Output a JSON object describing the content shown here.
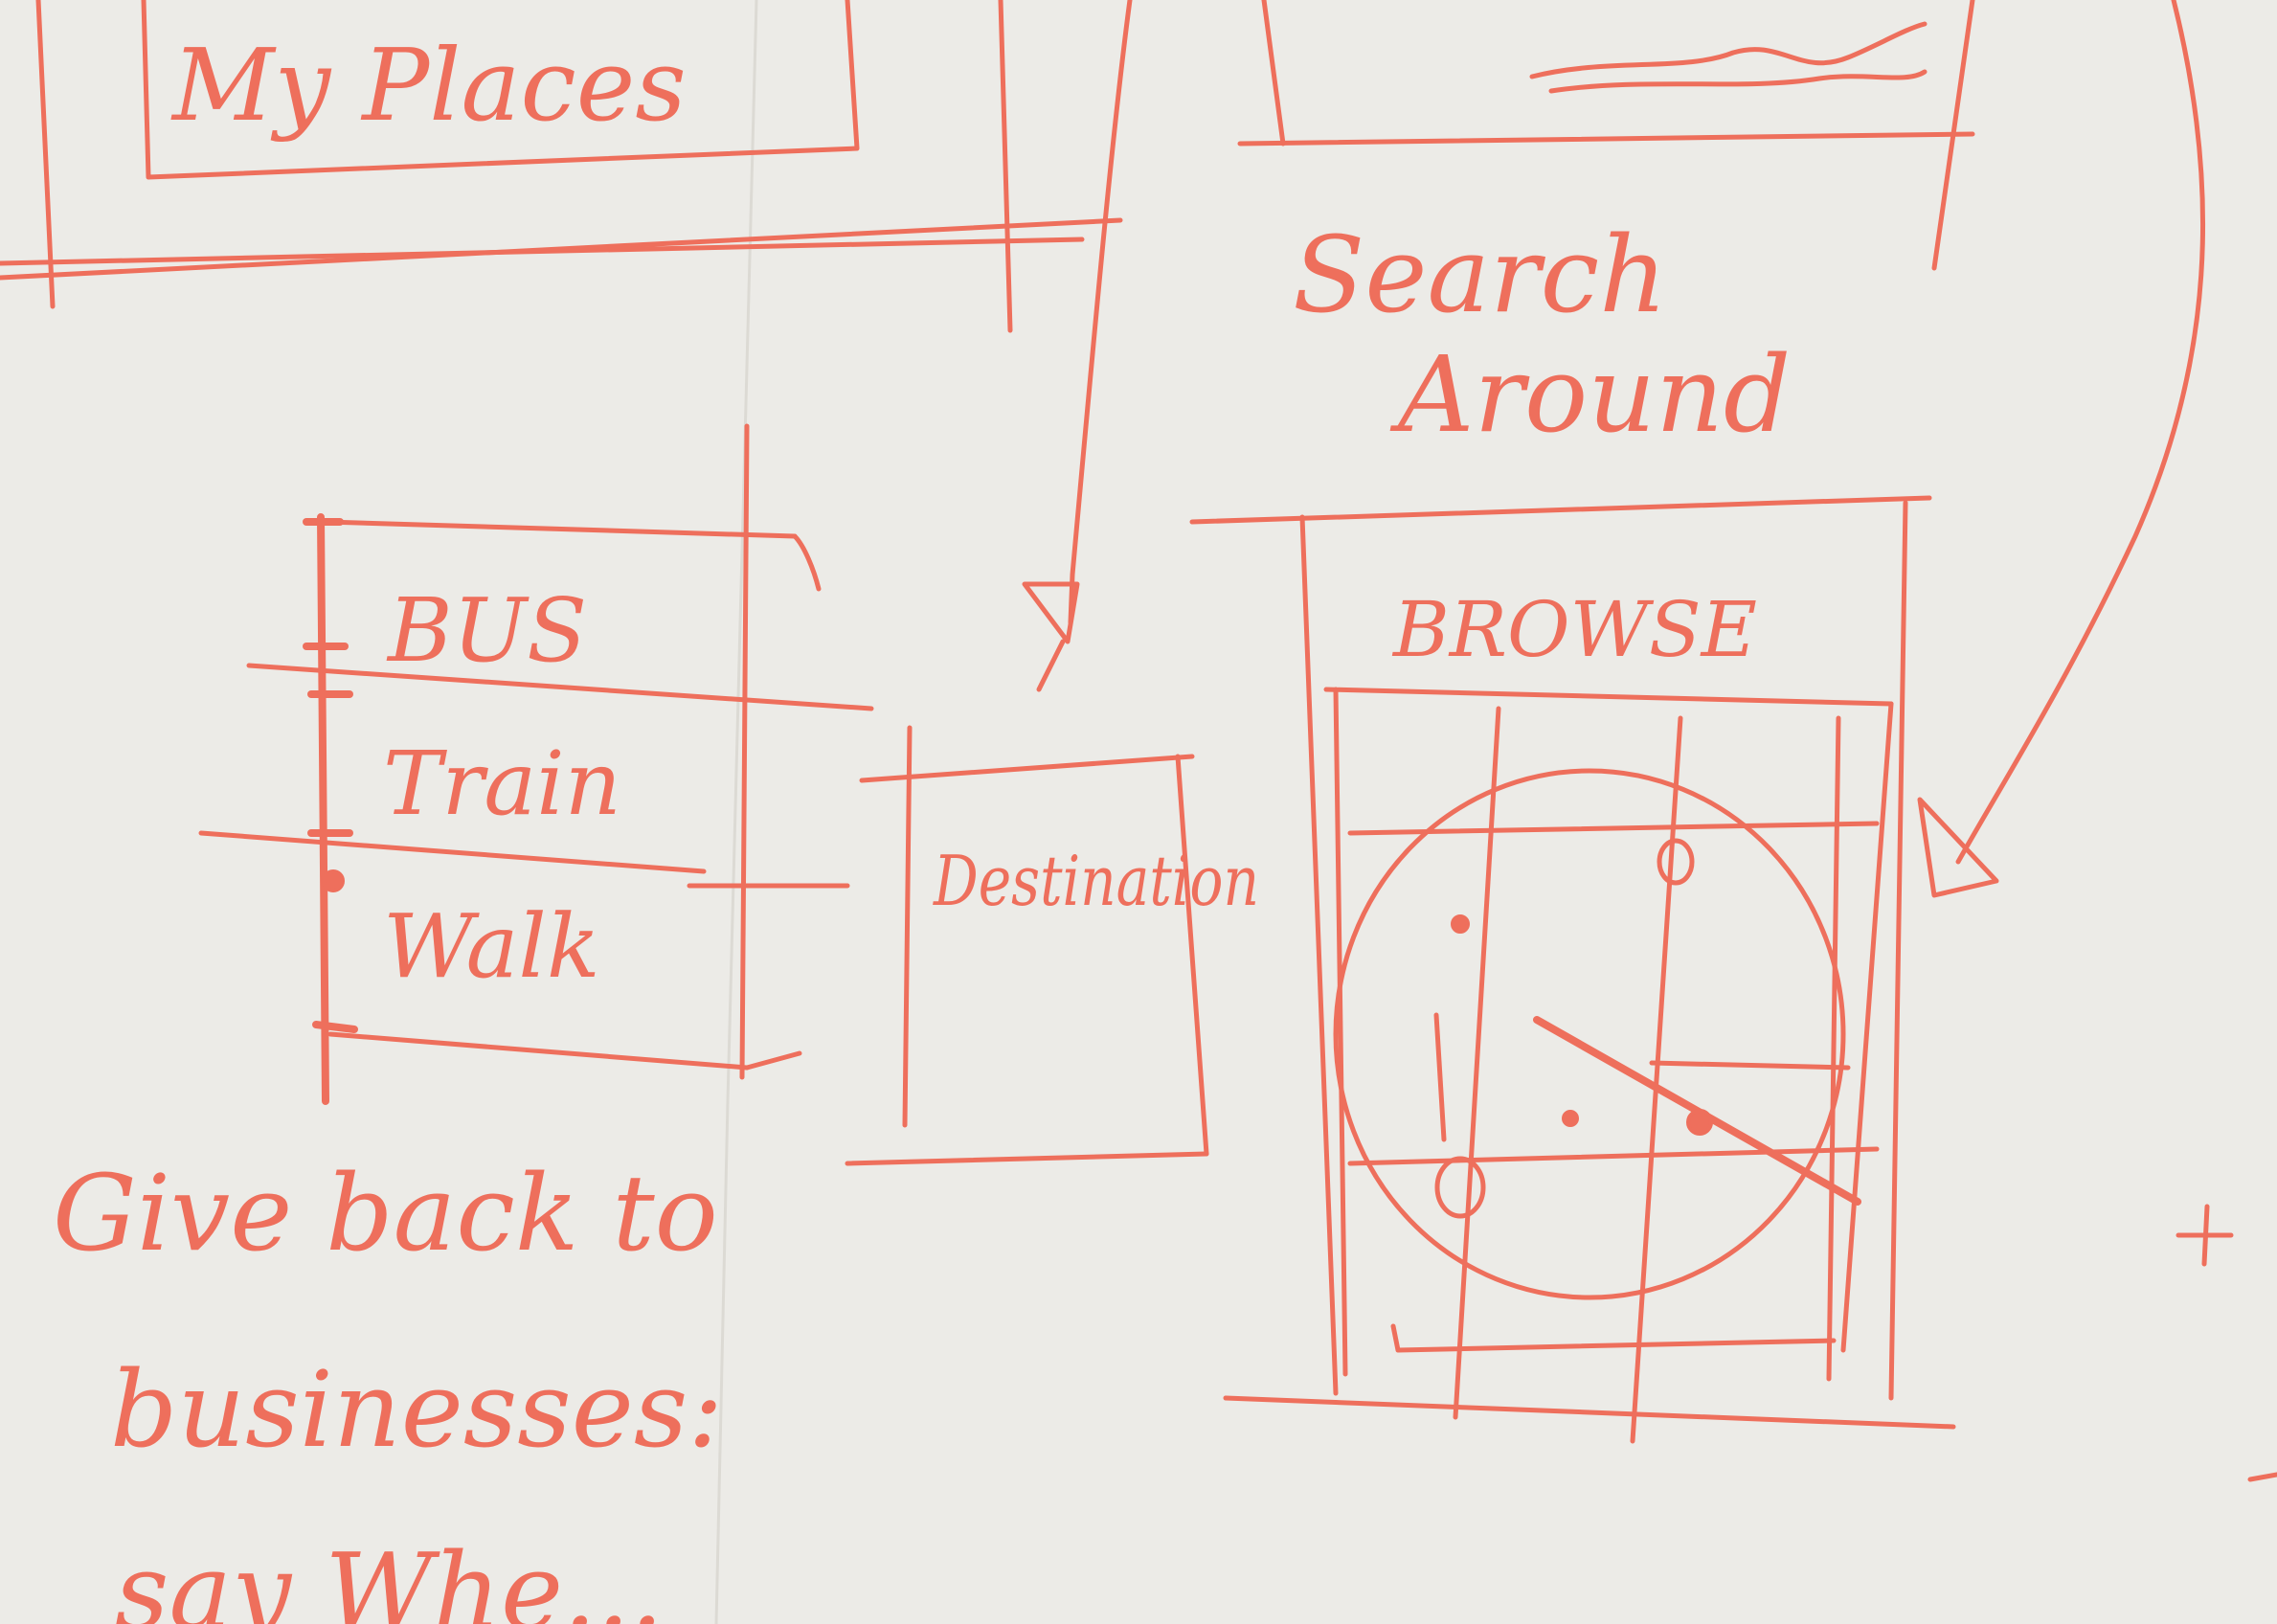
{
  "top_left_box": {
    "label": "My Places"
  },
  "transport_menu": {
    "items": [
      {
        "label": "BUS"
      },
      {
        "label": "Train"
      },
      {
        "label": "Walk"
      }
    ]
  },
  "destination_box": {
    "label": "Destination"
  },
  "search_around": {
    "line1": "Search",
    "line2": "Around"
  },
  "browse_panel": {
    "title": "BROWSE"
  },
  "notes": {
    "line1": "Give back to",
    "line2": "businesses:",
    "line3": "say Whe..."
  },
  "colors": {
    "ink": "#ee6f5c",
    "paper": "#ecebe7"
  }
}
